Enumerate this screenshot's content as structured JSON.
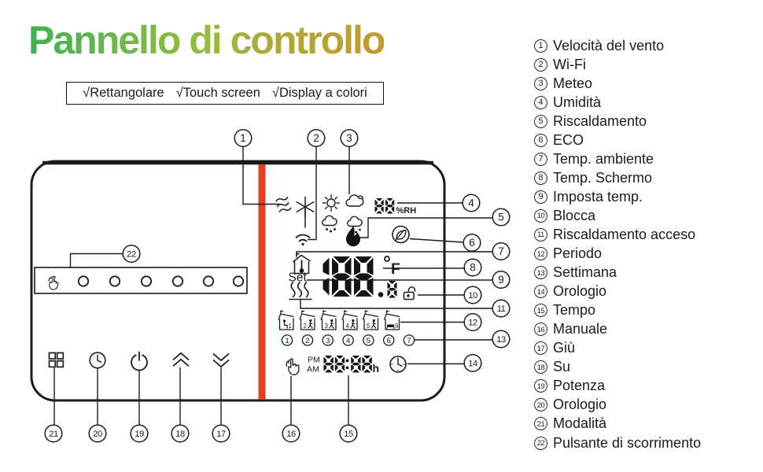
{
  "title": "Pannello di controllo",
  "features": {
    "items": [
      "√Rettangolare",
      "√Touch screen",
      "√Display a colori"
    ]
  },
  "legend": {
    "items": [
      {
        "num": "1",
        "label": "Velocità del vento"
      },
      {
        "num": "2",
        "label": "Wi-Fi"
      },
      {
        "num": "3",
        "label": "Meteo"
      },
      {
        "num": "4",
        "label": "Umidità"
      },
      {
        "num": "5",
        "label": "Riscaldamento"
      },
      {
        "num": "6",
        "label": "ECO"
      },
      {
        "num": "7",
        "label": "Temp. ambiente"
      },
      {
        "num": "8",
        "label": "Temp. Schermo"
      },
      {
        "num": "9",
        "label": "Imposta temp."
      },
      {
        "num": "10",
        "label": "Blocca"
      },
      {
        "num": "11",
        "label": "Riscaldamento acceso"
      },
      {
        "num": "12",
        "label": "Periodo"
      },
      {
        "num": "13",
        "label": "Settimana"
      },
      {
        "num": "14",
        "label": "Orologio"
      },
      {
        "num": "15",
        "label": "Tempo"
      },
      {
        "num": "16",
        "label": "Manuale"
      },
      {
        "num": "17",
        "label": "Giù"
      },
      {
        "num": "18",
        "label": "Su"
      },
      {
        "num": "19",
        "label": "Potenza"
      },
      {
        "num": "20",
        "label": "Orologio"
      },
      {
        "num": "21",
        "label": "Modalità"
      },
      {
        "num": "22",
        "label": "Pulsante di scorrimento"
      }
    ]
  },
  "callouts": {
    "numbers": [
      "1",
      "2",
      "3",
      "4",
      "5",
      "6",
      "7",
      "8",
      "9",
      "10",
      "11",
      "12",
      "13",
      "14",
      "15",
      "16",
      "17",
      "18",
      "19",
      "20",
      "21",
      "22"
    ]
  },
  "display": {
    "humidity_value": "88",
    "humidity_unit": "%RH",
    "set_label": "Set",
    "temp_value": "188",
    "temp_decimal": "8",
    "temp_unit": "F",
    "time_value": "88:88",
    "time_unit": "h",
    "meridiem_top": "PM",
    "meridiem_bottom": "AM",
    "week_numbers": [
      "1",
      "2",
      "3",
      "4",
      "5",
      "6",
      "7"
    ],
    "period_numbers": [
      "1",
      "2",
      "3",
      "4",
      "5",
      "6"
    ]
  },
  "colors": {
    "accent_red": "#e7401f",
    "ink": "#1b1b1b",
    "title_gradient": [
      "#3fb24b",
      "#6ab84c",
      "#98bb3f",
      "#b5a434",
      "#c19d2c"
    ]
  }
}
